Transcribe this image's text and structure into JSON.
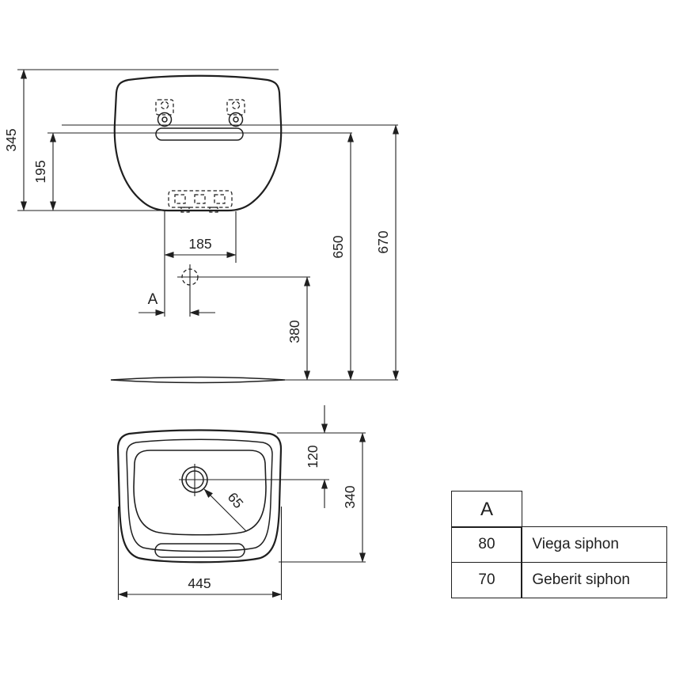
{
  "meta": {
    "type": "technical-drawing",
    "subject": "washbasin installation dimensions"
  },
  "front_view": {
    "height_total": "345",
    "height_lower": "195",
    "hole_spacing": "185",
    "outlet_offset_label": "A",
    "outlet_height": "380",
    "rim_height_inner": "650",
    "rim_height_outer": "670"
  },
  "top_view": {
    "tap_setback": "120",
    "depth": "340",
    "width": "445",
    "outlet_diagonal": "65"
  },
  "siphon_table": {
    "header": "A",
    "rows": [
      {
        "value": "80",
        "label": "Viega siphon"
      },
      {
        "value": "70",
        "label": "Geberit siphon"
      }
    ]
  },
  "colors": {
    "line": "#1f1f1f",
    "background": "#ffffff"
  }
}
